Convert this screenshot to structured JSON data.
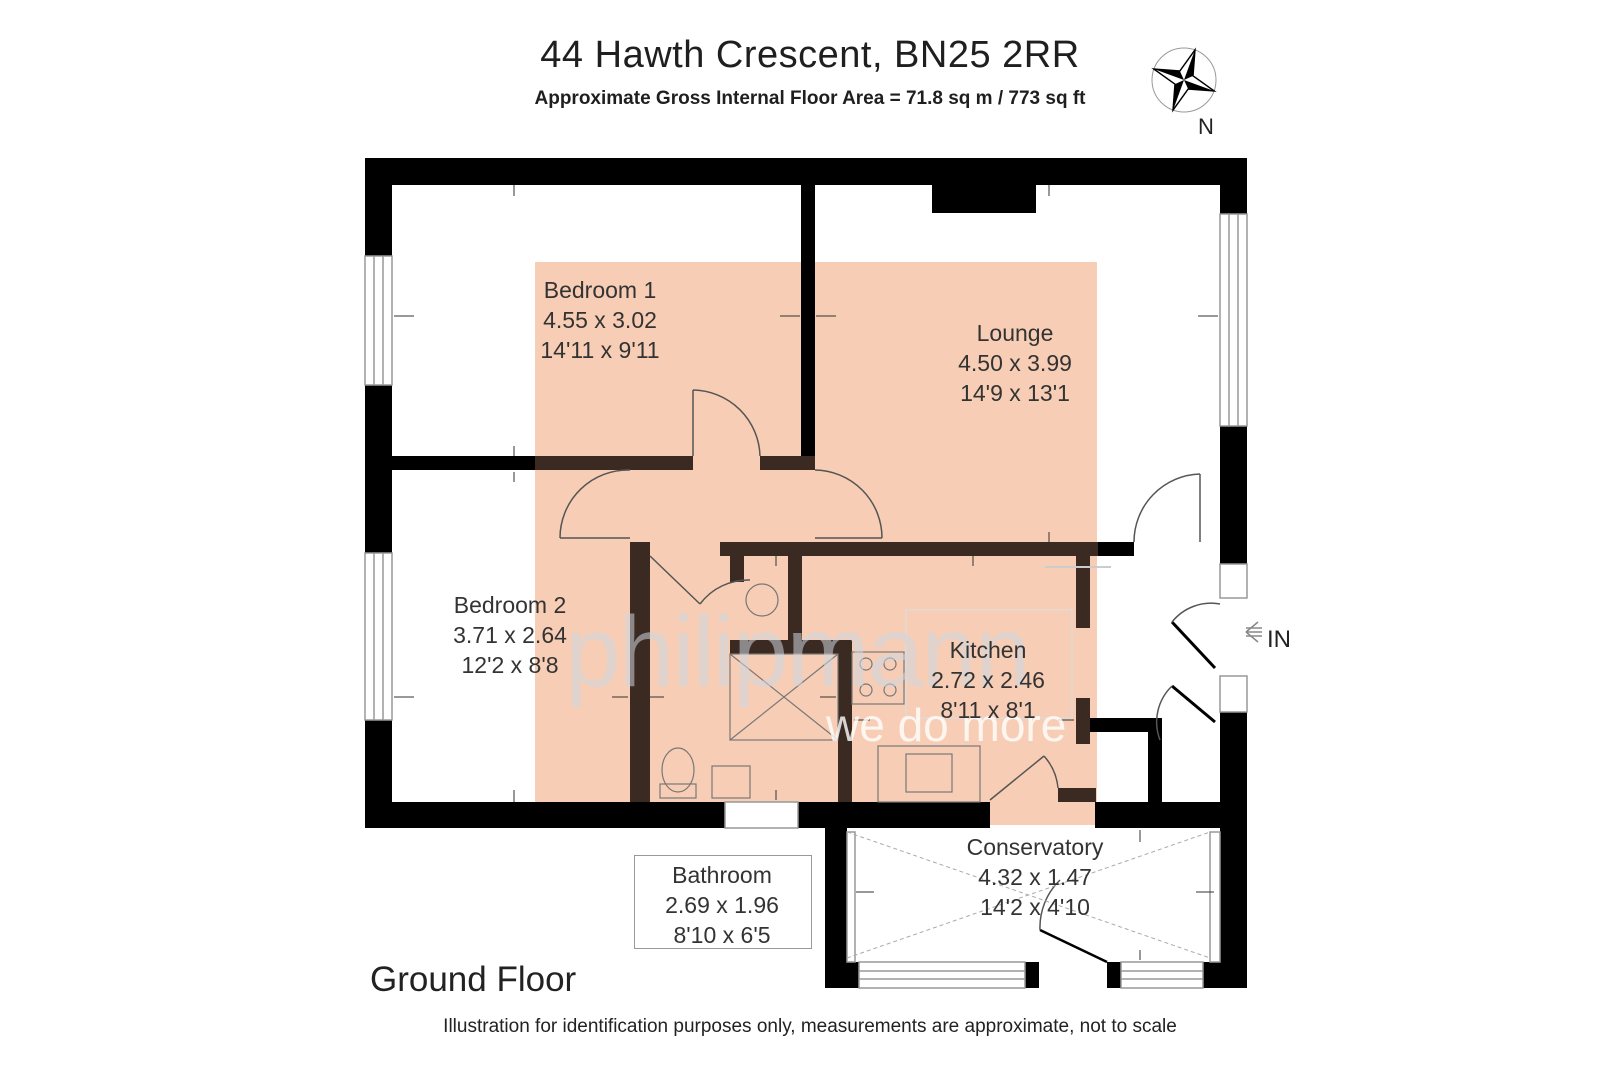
{
  "header": {
    "title": "44 Hawth Crescent, BN25 2RR",
    "subtitle": "Approximate Gross Internal Floor Area = 71.8 sq m / 773 sq ft"
  },
  "compass": {
    "label": "N",
    "icon": "compass-rose-icon"
  },
  "entrance": {
    "label": "IN",
    "icon": "arrow-left-icon"
  },
  "rooms": {
    "bedroom1": {
      "name": "Bedroom 1",
      "metric": "4.55 x 3.02",
      "imperial": "14'11 x 9'11"
    },
    "lounge": {
      "name": "Lounge",
      "metric": "4.50 x 3.99",
      "imperial": "14'9 x 13'1"
    },
    "bedroom2": {
      "name": "Bedroom 2",
      "metric": "3.71 x 2.64",
      "imperial": "12'2 x 8'8"
    },
    "kitchen": {
      "name": "Kitchen",
      "metric": "2.72 x 2.46",
      "imperial": "8'11 x 8'1"
    },
    "bathroom": {
      "name": "Bathroom",
      "metric": "2.69 x 1.96",
      "imperial": "8'10 x 6'5"
    },
    "conservatory": {
      "name": "Conservatory",
      "metric": "4.32 x 1.47",
      "imperial": "14'2 x 4'10"
    }
  },
  "watermark": {
    "brand": "philipmann",
    "tagline": "we do more"
  },
  "floor": {
    "label": "Ground Floor"
  },
  "footer": {
    "disclaimer": "Illustration for identification purposes only, measurements are approximate, not to scale"
  },
  "colors": {
    "wall": "#000000",
    "highlight": "#f6c6a8",
    "door": "#444444",
    "window": "#999999"
  }
}
